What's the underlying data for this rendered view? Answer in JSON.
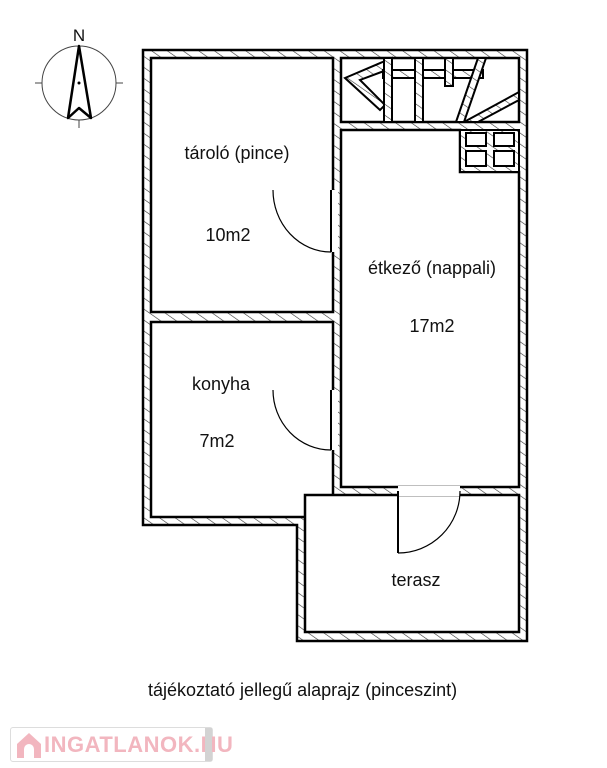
{
  "compass": {
    "north_label": "N"
  },
  "rooms": [
    {
      "name": "tároló (pince)",
      "area": "10m2"
    },
    {
      "name": "konyha",
      "area": "7m2"
    },
    {
      "name": "étkező (nappali)",
      "area": "17m2"
    },
    {
      "name": "terasz"
    }
  ],
  "caption": "tájékoztató jellegű alaprajz (pinceszint)",
  "watermark": {
    "text": "INGATLANOK.HU",
    "color": "#f2b6bf"
  }
}
